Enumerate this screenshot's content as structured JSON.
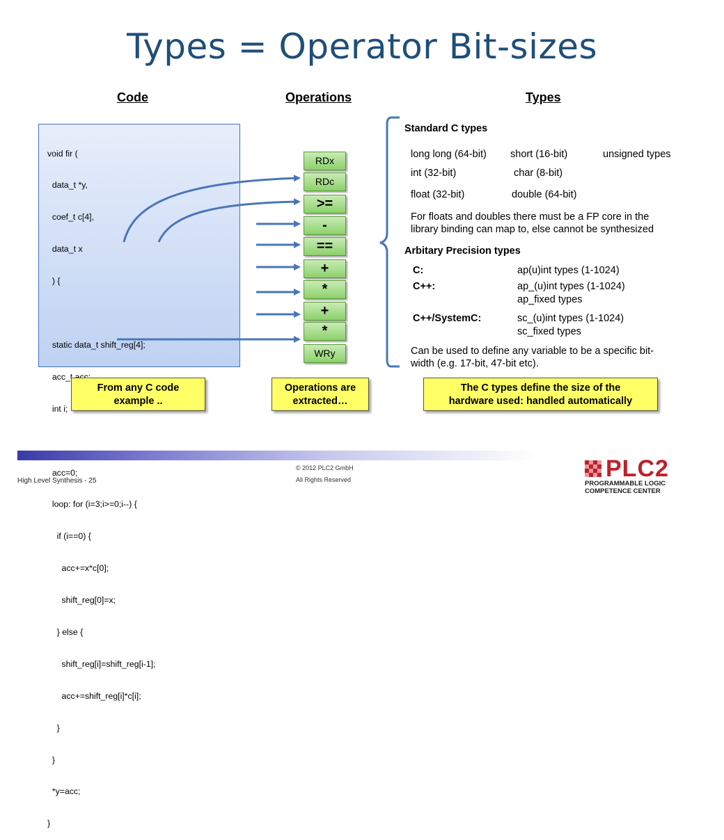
{
  "title": "Types = Operator Bit-sizes",
  "headers": {
    "code": "Code",
    "operations": "Operations",
    "types": "Types"
  },
  "code_lines": [
    "void fir (",
    "  data_t *y,",
    "  coef_t c[4],",
    "  data_t x",
    "  ) {",
    "",
    "  static data_t shift_reg[4];",
    "  acc_t acc;",
    "  int i;",
    "",
    "  acc=0;",
    "  loop: for (i=3;i>=0;i--) {",
    "    if (i==0) {",
    "      acc+=x*c[0];",
    "      shift_reg[0]=x;",
    "    } else {",
    "      shift_reg[i]=shift_reg[i-1];",
    "      acc+=shift_reg[i]*c[i];",
    "    }",
    "  }",
    "  *y=acc;",
    "}"
  ],
  "operations": [
    "RDx",
    "RDc",
    ">=",
    "-",
    "==",
    "+",
    "*",
    "+",
    "*",
    "WRy"
  ],
  "types": {
    "standard_heading": "Standard C types",
    "std_row1": [
      "long long (64-bit)",
      "short (16-bit)",
      "unsigned types"
    ],
    "std_row2": [
      "int (32-bit)",
      "char (8-bit)"
    ],
    "std_row3": [
      "float (32-bit)",
      "double (64-bit)"
    ],
    "fp_note_1": "For floats and doubles there must be a FP core in the",
    "fp_note_2": "library binding can map to, else cannot be synthesized",
    "arb_heading": "Arbitary Precision types",
    "c_label": "C:",
    "c_value": "ap(u)int types (1-1024)",
    "cpp_label": "C++:",
    "cpp_value_1": "ap_(u)int types (1-1024)",
    "cpp_value_2": "ap_fixed types",
    "sysc_label": "C++/SystemC:",
    "sysc_value_1": "sc_(u)int types (1-1024)",
    "sysc_value_2": "sc_fixed types",
    "bit_note_1": "Can be used to define any variable to be a specific bit-",
    "bit_note_2": "width (e.g. 17-bit, 47-bit etc)."
  },
  "callouts": {
    "left_1": "From any C code",
    "left_2": "example ..",
    "mid_1": "Operations are",
    "mid_2": "extracted…",
    "right_1": "The C types define the size of the",
    "right_2": "hardware used: handled automatically"
  },
  "footer": {
    "copyright": "© 2012 PLC2 GmbH",
    "rights": "All Rights Reserved",
    "slide_label": "High Level Synthesis - 25",
    "logo_name": "PLC2",
    "logo_sub_1": "PROGRAMMABLE LOGIC",
    "logo_sub_2": "COMPETENCE CENTER"
  },
  "colors": {
    "title": "#1f4e79",
    "arrow": "#4a76b8",
    "op_fill": "#8cd16a",
    "callout_fill": "#ffff66",
    "logo_red": "#c0202a"
  }
}
